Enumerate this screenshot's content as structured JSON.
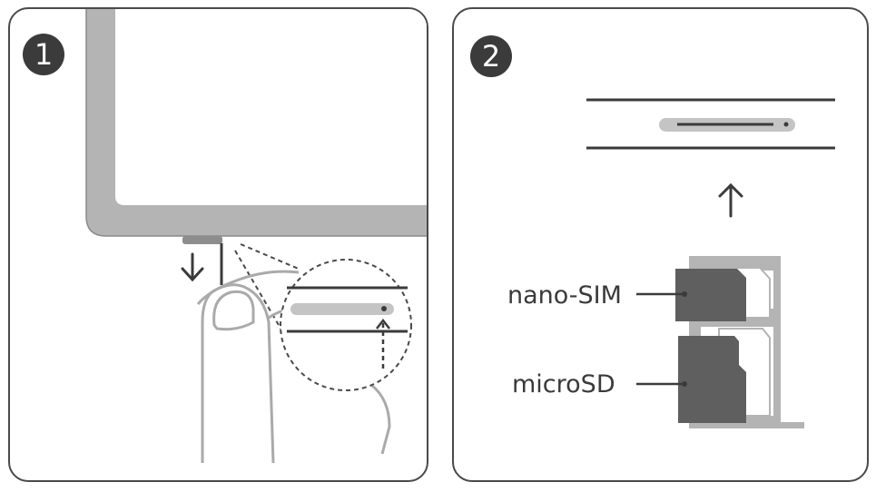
{
  "steps": [
    {
      "number": "1"
    },
    {
      "number": "2"
    }
  ],
  "labels": {
    "nano_sim": "nano-SIM",
    "micro_sd": "microSD"
  },
  "colors": {
    "outline": "#4a4a4a",
    "device_frame": "#b4b4b4",
    "card": "#5f5f5f",
    "badge": "#3b3b3b"
  }
}
